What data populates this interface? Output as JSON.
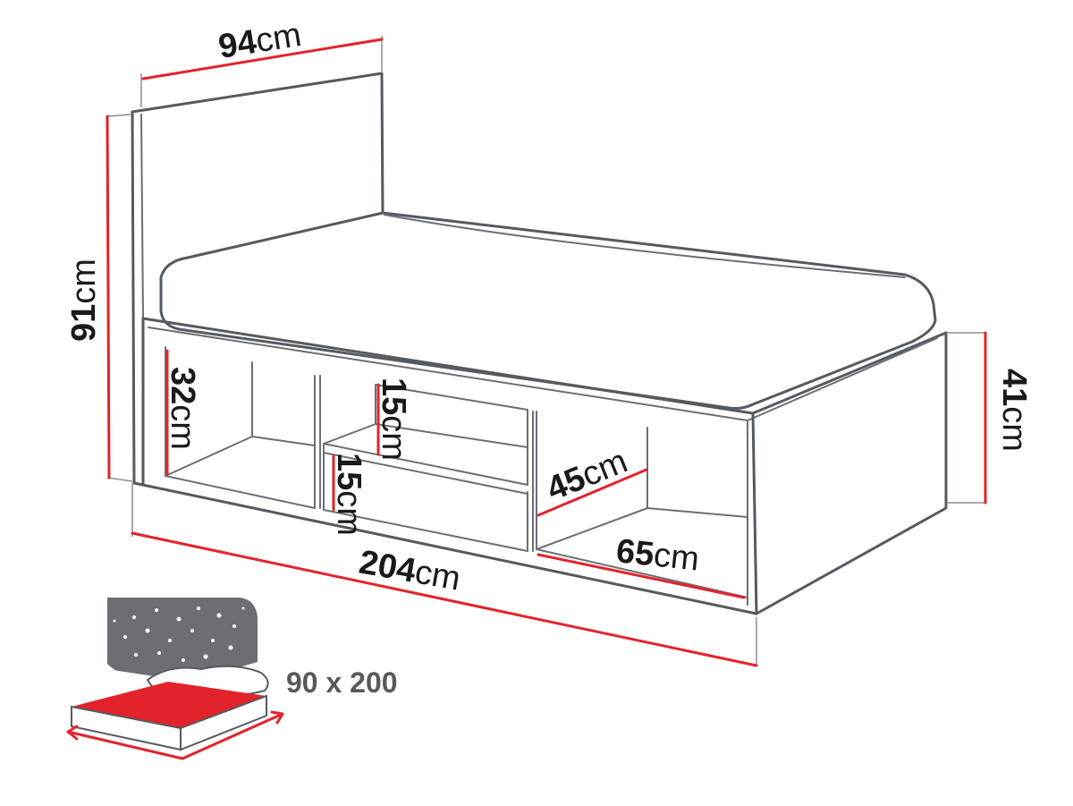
{
  "dimensions": {
    "headboard_width": {
      "value": "94",
      "unit": "cm"
    },
    "total_height": {
      "value": "91",
      "unit": "cm"
    },
    "side_height": {
      "value": "41",
      "unit": "cm"
    },
    "shelf_height": {
      "value": "32",
      "unit": "cm"
    },
    "drawer_upper_height": {
      "value": "15",
      "unit": "cm"
    },
    "drawer_lower_height": {
      "value": "15",
      "unit": "cm"
    },
    "compartment_depth": {
      "value": "45",
      "unit": "cm"
    },
    "compartment_width": {
      "value": "65",
      "unit": "cm"
    },
    "total_length": {
      "value": "204",
      "unit": "cm"
    }
  },
  "mattress_size": "90 x 200",
  "colors": {
    "outline": "#555a60",
    "dimension_line": "#e3232b",
    "mattress": "#e3232b",
    "headboard_icon": "#6b6e73"
  }
}
